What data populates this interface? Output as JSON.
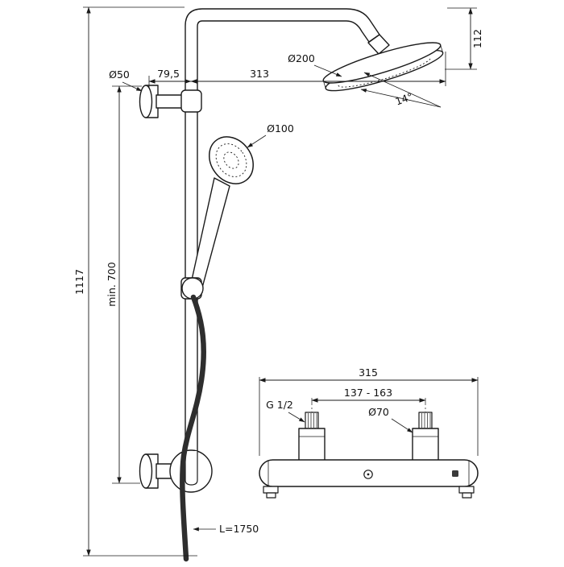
{
  "drawing": {
    "shower": {
      "dim_1117": "1117",
      "dim_min700": "min. 700",
      "dim_79_5": "79,5",
      "dia_50": "Ø50",
      "dia_100": "Ø100",
      "dia_200": "Ø200",
      "dim_112": "112",
      "dim_313": "313",
      "angle_14": "14°",
      "hose_length": "L=1750"
    },
    "mixer": {
      "dim_315": "315",
      "dim_centers": "137 - 163",
      "thread": "G 1/2",
      "dia_70": "Ø70"
    },
    "colors": {
      "line": "#1a1a1a",
      "hose": "#2e2e2e",
      "background": "#ffffff"
    }
  }
}
